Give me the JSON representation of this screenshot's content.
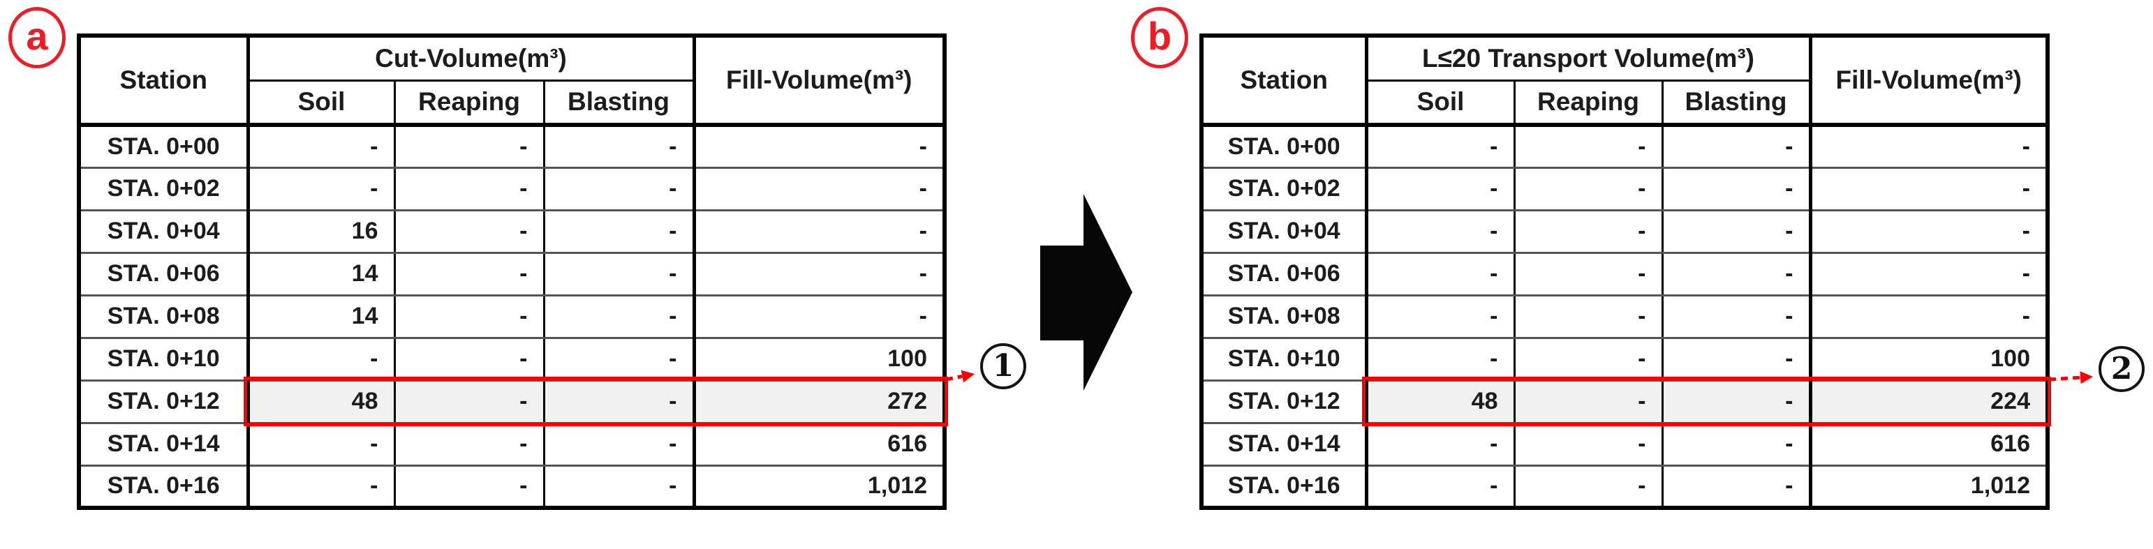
{
  "colors": {
    "accent_red": "#fb0000",
    "badge_red": "#ee1c25",
    "callout_black": "#141414",
    "grid_black": "#000000",
    "row_divider_gray": "#555555",
    "highlight_bg": "#f1f1f1",
    "arrow_black": "#060606",
    "text": "#1c1c1c",
    "page_bg": "#ffffff"
  },
  "panels": [
    {
      "badge_label": "a",
      "callout_label": "1",
      "table": {
        "station_header": "Station",
        "group_header": "Cut-Volume(m³)",
        "sub_headers": [
          "Soil",
          "Reaping",
          "Blasting"
        ],
        "fill_header": "Fill-Volume(m³)",
        "highlight_row_index": 6,
        "rows": [
          {
            "cells": [
              "STA. 0+00",
              "-",
              "-",
              "-",
              "-"
            ],
            "highlight": false
          },
          {
            "cells": [
              "STA. 0+02",
              "-",
              "-",
              "-",
              "-"
            ],
            "highlight": false
          },
          {
            "cells": [
              "STA. 0+04",
              "16",
              "-",
              "-",
              "-"
            ],
            "highlight": false
          },
          {
            "cells": [
              "STA. 0+06",
              "14",
              "-",
              "-",
              "-"
            ],
            "highlight": false
          },
          {
            "cells": [
              "STA. 0+08",
              "14",
              "-",
              "-",
              "-"
            ],
            "highlight": false
          },
          {
            "cells": [
              "STA. 0+10",
              "-",
              "-",
              "-",
              "100"
            ],
            "highlight": false
          },
          {
            "cells": [
              "STA. 0+12",
              "48",
              "-",
              "-",
              "272"
            ],
            "highlight": true
          },
          {
            "cells": [
              "STA. 0+14",
              "-",
              "-",
              "-",
              "616"
            ],
            "highlight": false
          },
          {
            "cells": [
              "STA. 0+16",
              "-",
              "-",
              "-",
              "1,012"
            ],
            "highlight": false
          }
        ]
      }
    },
    {
      "badge_label": "b",
      "callout_label": "2",
      "table": {
        "station_header": "Station",
        "group_header": "L≤20 Transport Volume(m³)",
        "sub_headers": [
          "Soil",
          "Reaping",
          "Blasting"
        ],
        "fill_header": "Fill-Volume(m³)",
        "highlight_row_index": 6,
        "rows": [
          {
            "cells": [
              "STA. 0+00",
              "-",
              "-",
              "-",
              "-"
            ],
            "highlight": false
          },
          {
            "cells": [
              "STA. 0+02",
              "-",
              "-",
              "-",
              "-"
            ],
            "highlight": false
          },
          {
            "cells": [
              "STA. 0+04",
              "-",
              "-",
              "-",
              "-"
            ],
            "highlight": false
          },
          {
            "cells": [
              "STA. 0+06",
              "-",
              "-",
              "-",
              "-"
            ],
            "highlight": false
          },
          {
            "cells": [
              "STA. 0+08",
              "-",
              "-",
              "-",
              "-"
            ],
            "highlight": false
          },
          {
            "cells": [
              "STA. 0+10",
              "-",
              "-",
              "-",
              "100"
            ],
            "highlight": false
          },
          {
            "cells": [
              "STA. 0+12",
              "48",
              "-",
              "-",
              "224"
            ],
            "highlight": true
          },
          {
            "cells": [
              "STA. 0+14",
              "-",
              "-",
              "-",
              "616"
            ],
            "highlight": false
          },
          {
            "cells": [
              "STA. 0+16",
              "-",
              "-",
              "-",
              "1,012"
            ],
            "highlight": false
          }
        ]
      }
    }
  ]
}
